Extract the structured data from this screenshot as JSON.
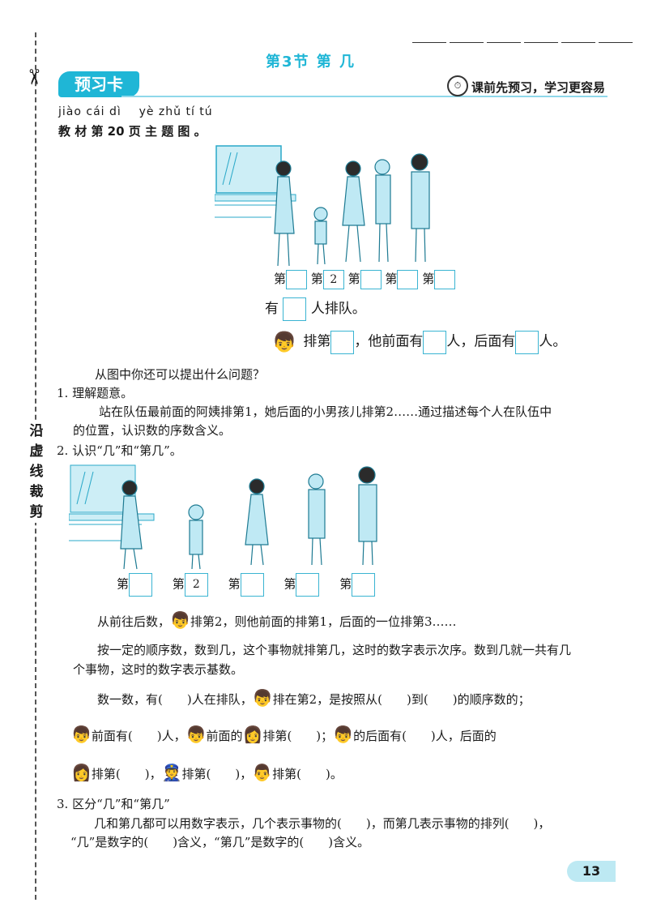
{
  "section_title": "第3节 第 几",
  "card_label": "预习卡",
  "card_tip": "课前先预习，学习更容易",
  "pinyin_line": "jiào cái dì    yè zhǔ tí tú",
  "textbook_ref": "教 材 第 20 页 主 题 图 。",
  "figure1": {
    "ordinal_prefix": "第",
    "boxes": [
      "",
      "2",
      "",
      "",
      ""
    ],
    "have_prefix": "有",
    "have_suffix": "人排队。",
    "kid_line": {
      "rank_prefix": "排第",
      "front_prefix": "，他前面有",
      "front_suffix": "人，后面有",
      "back_suffix": "人。"
    }
  },
  "question": "从图中你还可以提出什么问题？",
  "step1": {
    "title": "1. 理解题意。",
    "line1": "站在队伍最前面的阿姨排第1，她后面的小男孩儿排第2……通过描述每个人在队伍中",
    "line2": "的位置，认识数的序数含义。"
  },
  "step2": {
    "title": "2. 认识“几”和“第几”。",
    "boxes": [
      "",
      "2",
      "",
      "",
      ""
    ],
    "line1_a": "从前往后数，",
    "line1_b": "排第2，则他前面的排第1，后面的一位排第3……",
    "para_line1": "按一定的顺序数，数到几，这个事物就排第几，这时的数字表示次序。数到几就一共有几",
    "para_line2": "个事物，这时的数字表示基数。",
    "count_a": "数一数，有(　　)人在排队，",
    "count_b": "排在第2，是按照从(　　)到(　　)的顺序数的；",
    "row2_a": "前面有(　　)人，",
    "row2_b": "前面的",
    "row2_c": "排第(　　)；",
    "row2_d": "的后面有(　　)人，后面的",
    "row3_a": "排第(　　)，",
    "row3_b": "排第(　　)，",
    "row3_c": "排第(　　)。"
  },
  "step3": {
    "title": "3. 区分“几”和“第几”",
    "line1": "几和第几都可以用数字表示，几个表示事物的(　　)，而第几表示事物的排列(　　)，",
    "line2": "“几”是数字的(　　)含义，“第几”是数字的(　　)含义。"
  },
  "cut_text": "沿虚线裁剪",
  "page_number": "13",
  "colors": {
    "accent": "#1fb6d6",
    "figure_fill": "#bfe9f4",
    "figure_stroke": "#2aa9c9"
  }
}
